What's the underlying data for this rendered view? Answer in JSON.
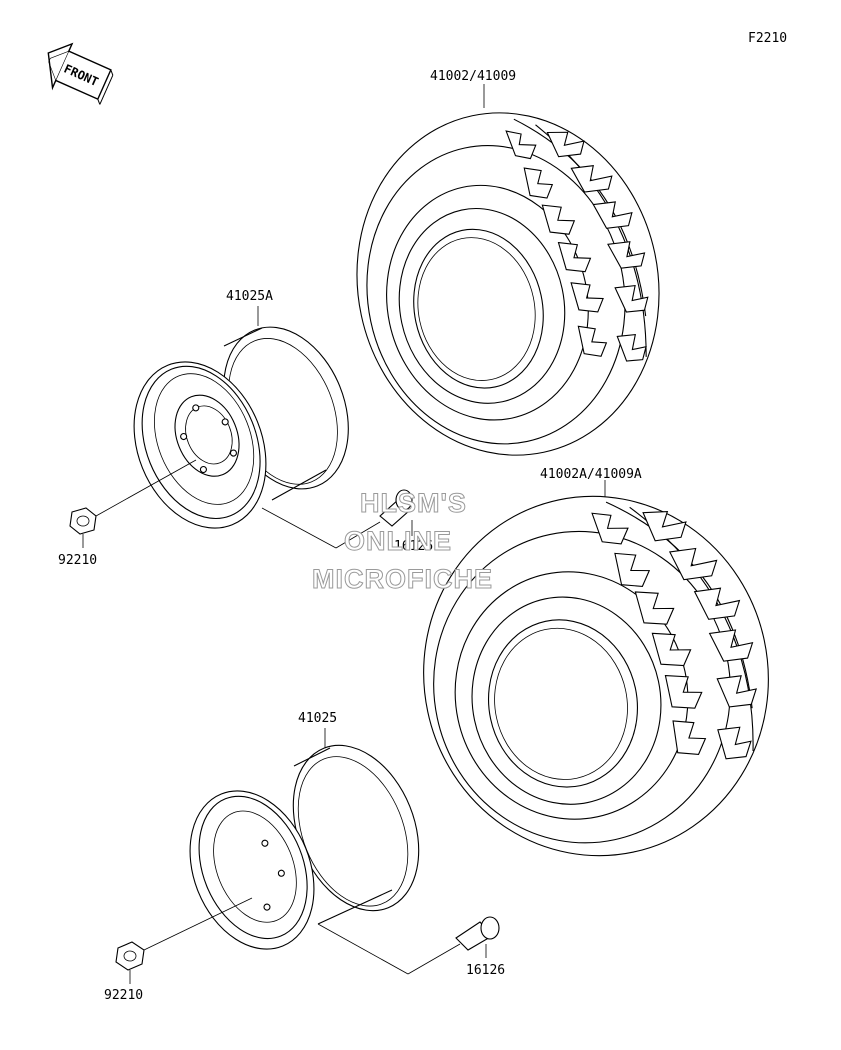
{
  "sheet_code": "F2210",
  "front_marker": {
    "text": "FRONT",
    "icon": "front-arrow-icon"
  },
  "watermark": [
    "HLSM'S",
    "ONLINE",
    "MICROFICHE"
  ],
  "parts": {
    "tire_top": "41002/41009",
    "tire_bottom": "41002A/41009A",
    "wheel_top": "41025A",
    "wheel_bottom": "41025",
    "nut_top": "92210",
    "nut_bottom": "92210",
    "valve_top": "16126",
    "valve_bottom": "16126"
  }
}
